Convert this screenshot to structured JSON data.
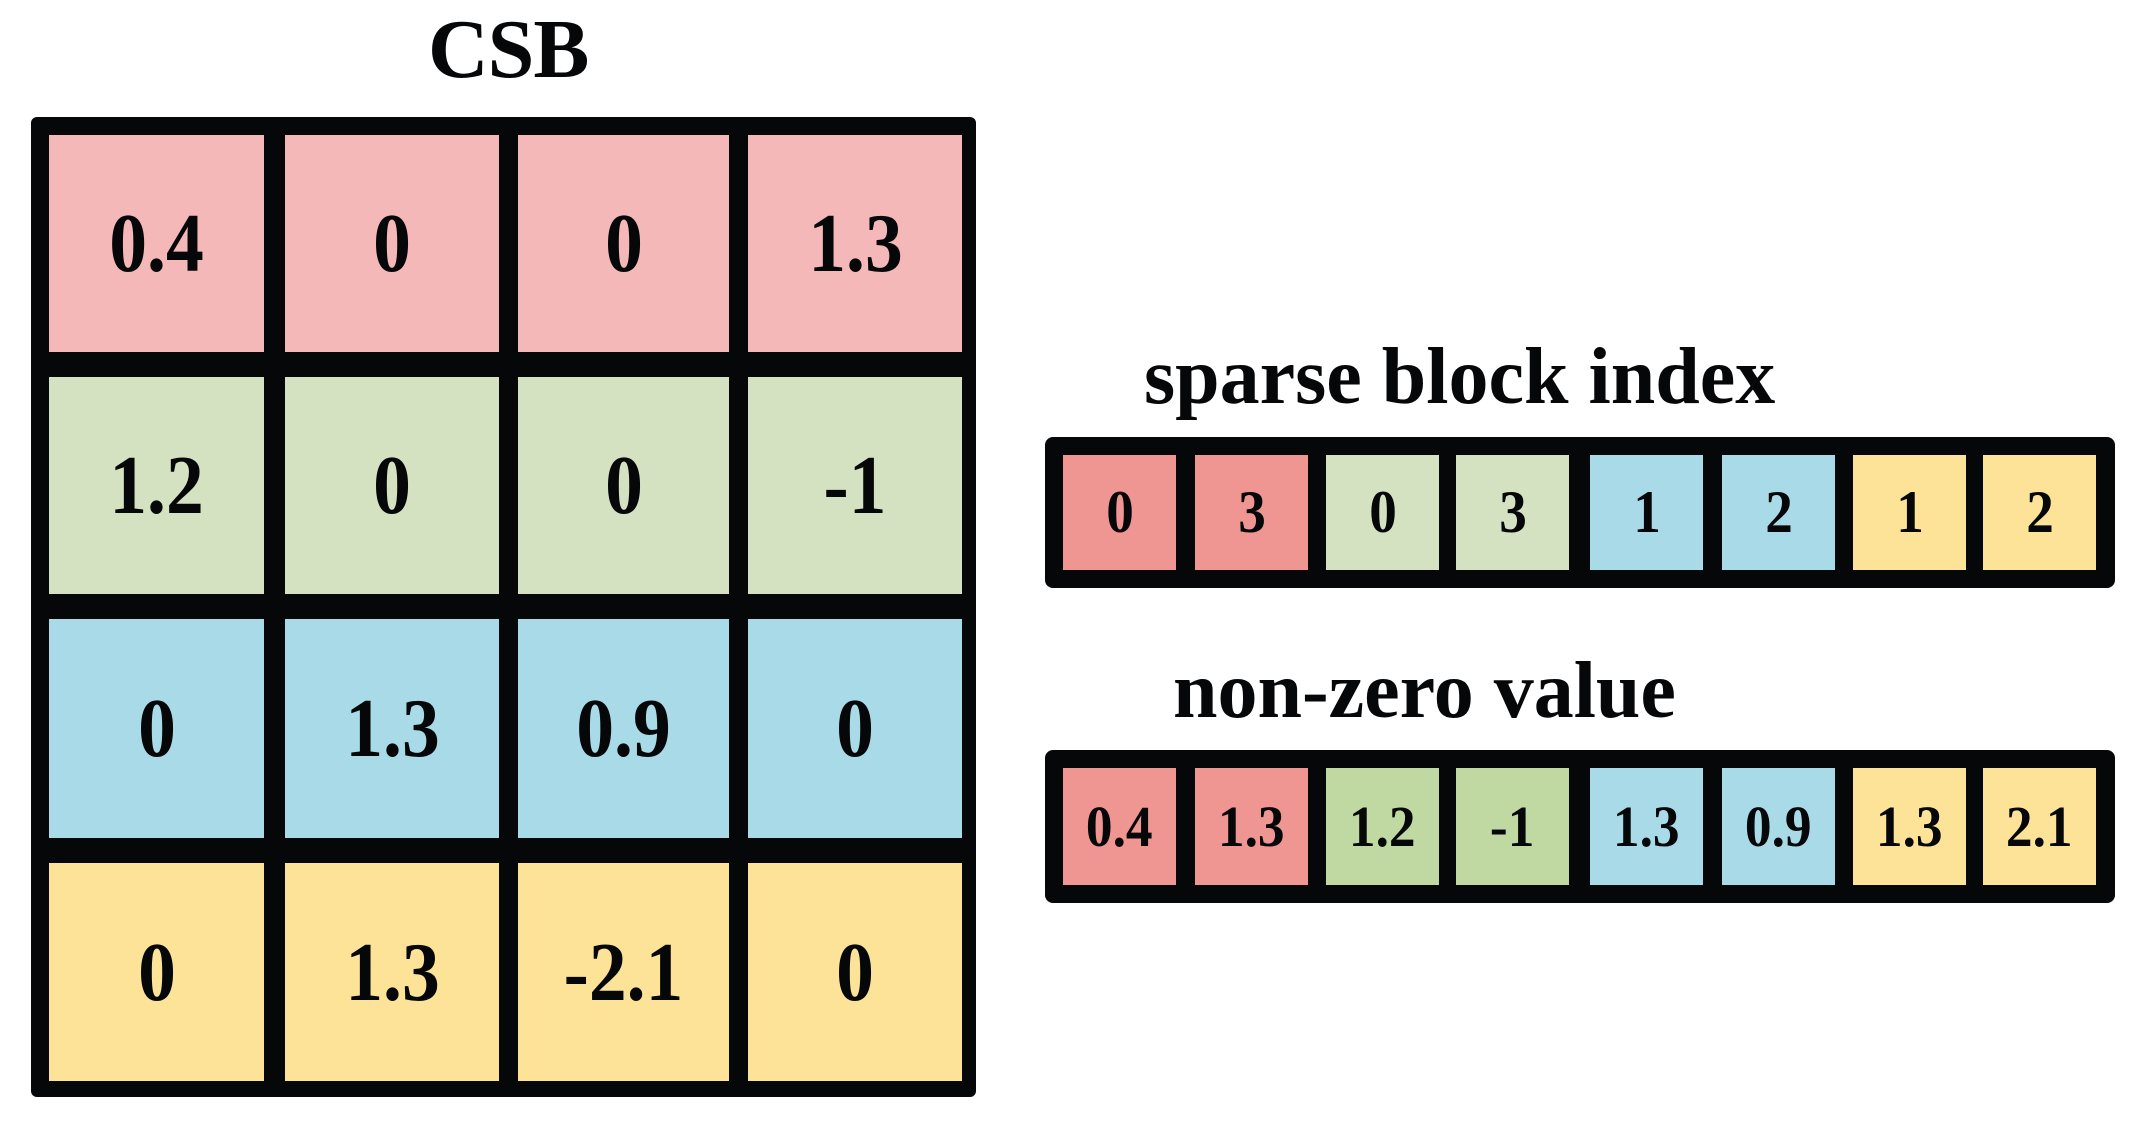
{
  "colors": {
    "border": "#060709",
    "csb_red": "#f4b8b8",
    "csb_green": "#d4e2c2",
    "csb_blue": "#a8dbe7",
    "csb_yellow": "#fce398",
    "arr_red": "#ef9592",
    "arr_green_light": "#d4e2c2",
    "arr_green": "#c0d9a3",
    "arr_blue": "#a8dbe7",
    "arr_yellow": "#fce398"
  },
  "csb": {
    "title": "CSB",
    "rows": [
      {
        "color": "csb_red",
        "cells": [
          "0.4",
          "0",
          "0",
          "1.3"
        ]
      },
      {
        "color": "csb_green",
        "cells": [
          "1.2",
          "0",
          "0",
          "-1"
        ]
      },
      {
        "color": "csb_blue",
        "cells": [
          "0",
          "1.3",
          "0.9",
          "0"
        ]
      },
      {
        "color": "csb_yellow",
        "cells": [
          "0",
          "1.3",
          "-2.1",
          "0"
        ]
      }
    ]
  },
  "sparse_block_index": {
    "title": "sparse block index",
    "cells": [
      {
        "value": "0",
        "color": "arr_red"
      },
      {
        "value": "3",
        "color": "arr_red"
      },
      {
        "value": "0",
        "color": "arr_green_light"
      },
      {
        "value": "3",
        "color": "arr_green_light"
      },
      {
        "value": "1",
        "color": "arr_blue"
      },
      {
        "value": "2",
        "color": "arr_blue"
      },
      {
        "value": "1",
        "color": "arr_yellow"
      },
      {
        "value": "2",
        "color": "arr_yellow"
      }
    ]
  },
  "non_zero_value": {
    "title": "non-zero value",
    "cells": [
      {
        "value": "0.4",
        "color": "arr_red"
      },
      {
        "value": "1.3",
        "color": "arr_red"
      },
      {
        "value": "1.2",
        "color": "arr_green"
      },
      {
        "value": "-1",
        "color": "arr_green"
      },
      {
        "value": "1.3",
        "color": "arr_blue"
      },
      {
        "value": "0.9",
        "color": "arr_blue"
      },
      {
        "value": "1.3",
        "color": "arr_yellow"
      },
      {
        "value": "2.1",
        "color": "arr_yellow"
      }
    ]
  }
}
